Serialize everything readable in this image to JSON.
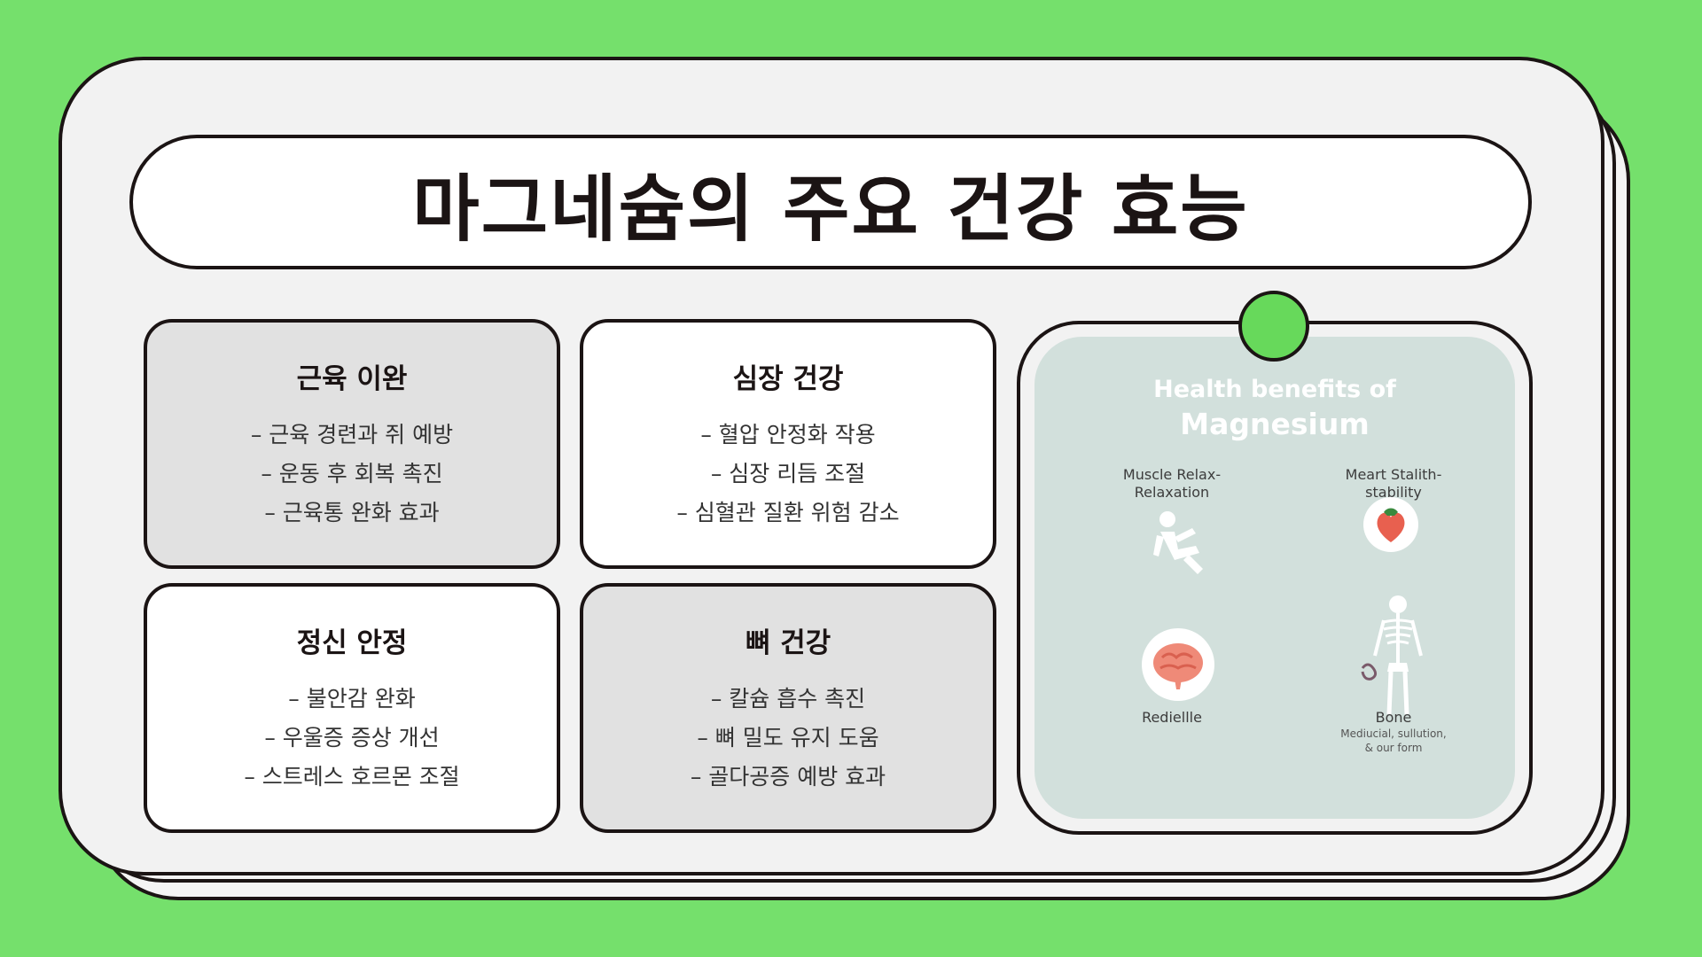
{
  "title": "마그네슘의 주요 건강 효능",
  "cards": [
    {
      "heading": "근육 이완",
      "items": [
        "– 근육 경련과 쥐 예방",
        "– 운동 후 회복 촉진",
        "– 근육통 완화 효과"
      ]
    },
    {
      "heading": "심장 건강",
      "items": [
        "– 혈압 안정화 작용",
        "– 심장 리듬 조절",
        "– 심혈관 질환 위험 감소"
      ]
    },
    {
      "heading": "정신 안정",
      "items": [
        "– 불안감 완화",
        "– 우울증 증상 개선",
        "– 스트레스 호르몬 조절"
      ]
    },
    {
      "heading": "뼈 건강",
      "items": [
        "– 칼슘 흡수 촉진",
        "– 뼈 밀도 유지 도움",
        "– 골다공증 예방 효과"
      ]
    }
  ],
  "infographic": {
    "title_line1": "Health benefits of",
    "title_line2": "Magnesium",
    "muscle": {
      "line1": "Muscle Relax-",
      "line2": "Relaxation",
      "icon": "person-stretch-icon"
    },
    "heart": {
      "line1": "Meart Stalith-",
      "line2": "stability",
      "icon": "heart-icon"
    },
    "brain": {
      "label": "Rediellle",
      "icon": "brain-icon"
    },
    "bone": {
      "label": "Bone",
      "sub1": "Mediucial, sullution,",
      "sub2": "& our form",
      "icon": "skeleton-icon"
    }
  },
  "colors": {
    "background": "#75e06c",
    "outline": "#1b1414",
    "card_gray": "#e1e1e1",
    "panel": "#d2e0dc",
    "pin": "#67d95b"
  }
}
